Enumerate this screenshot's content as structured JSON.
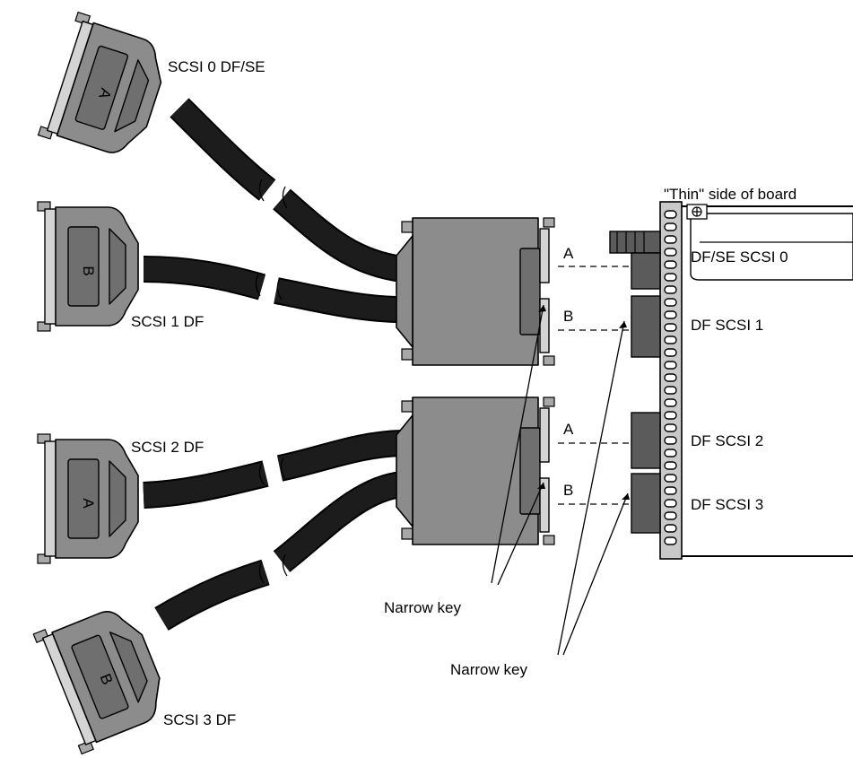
{
  "labels": {
    "scsi0": "SCSI 0 DF/SE",
    "scsi1": "SCSI 1 DF",
    "scsi2": "SCSI 2 DF",
    "scsi3": "SCSI 3 DF",
    "thin_side": "\"Thin\" side of board",
    "port_df_se_scsi0": "DF/SE SCSI 0",
    "port_df_scsi1": "DF SCSI 1",
    "port_df_scsi2": "DF SCSI 2",
    "port_df_scsi3": "DF SCSI 3",
    "upper_a": "A",
    "upper_b": "B",
    "lower_a": "A",
    "lower_b": "B",
    "narrow_key_1": "Narrow key",
    "narrow_key_2": "Narrow key"
  },
  "connector_keys": {
    "scsi0": "A",
    "scsi1": "B",
    "scsi2": "A",
    "scsi3": "B"
  }
}
